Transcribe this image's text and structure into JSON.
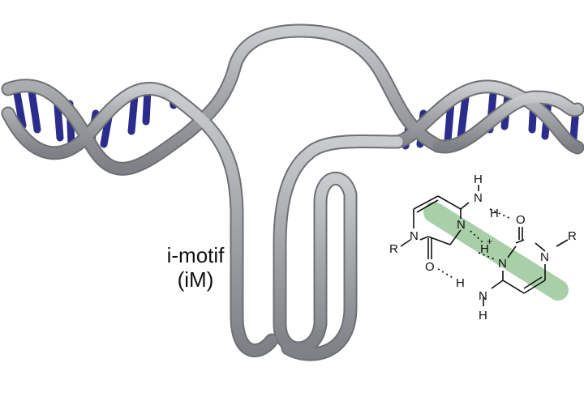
{
  "label": {
    "line1": "i-motif",
    "line2": "(iM)"
  },
  "chemistry": {
    "atoms": {
      "h_top_1": "H",
      "n_top_1": "N",
      "h_left_1": "H",
      "n_ring_a1": "N",
      "n_ring_a2": "N",
      "r_left": "R",
      "o_left": "O",
      "o_right": "O",
      "n_ring_b1": "N",
      "n_ring_b2": "N",
      "r_right": "R",
      "h_plus": "H",
      "plus": "+",
      "h_bottom": "H",
      "n_bottom": "N",
      "h_bottom_2": "H"
    }
  },
  "colors": {
    "backbone": "#a2a5a8",
    "backbone_edge": "#6e7073",
    "base_pair_blue": "#2c2c8c",
    "base_pair_white": "#ffffff",
    "imotif_green": "#56b35e",
    "highlight_green": "#8cc08c"
  }
}
